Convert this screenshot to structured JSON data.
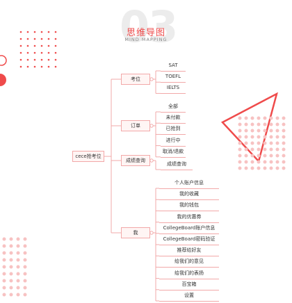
{
  "header": {
    "number": "03",
    "title": "思维导图",
    "subtitle": "MIND MAPPING"
  },
  "colors": {
    "accent": "#ef4b4b",
    "line": "#f2a8a8",
    "node_bg": "#fff5f4",
    "dots": "#f7c2c2"
  },
  "mindmap": {
    "root": "cece抢考位",
    "branches": [
      {
        "label": "考位",
        "children": [
          "SAT",
          "TOEFL",
          "IELTS"
        ]
      },
      {
        "label": "订单",
        "children": [
          "全部",
          "未付款",
          "已抢到",
          "进行中",
          "取消/退款"
        ]
      },
      {
        "label": "成绩查询",
        "children": [
          "成绩查询"
        ]
      },
      {
        "label": "我",
        "children": [
          "个人账户信息",
          "我的收藏",
          "我的钱包",
          "我的优惠券",
          "CollegeBoard账户信息",
          "CollegeBoard密码验证",
          "推荐给好友",
          "给我们的意见",
          "给我们的表扬",
          "百宝箱",
          "设置"
        ]
      }
    ]
  }
}
